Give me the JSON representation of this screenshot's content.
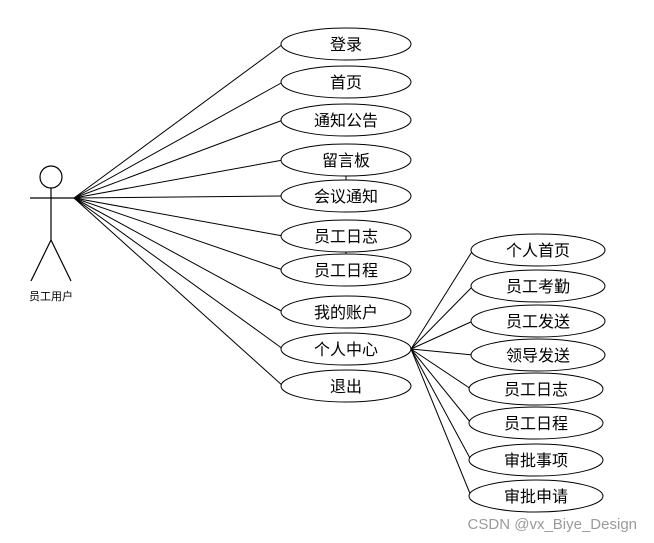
{
  "actor": {
    "label": "员工用户"
  },
  "use_cases": [
    {
      "id": "login",
      "label": "登录"
    },
    {
      "id": "home",
      "label": "首页"
    },
    {
      "id": "notice",
      "label": "通知公告"
    },
    {
      "id": "message-board",
      "label": "留言板"
    },
    {
      "id": "meeting-notice",
      "label": "会议通知"
    },
    {
      "id": "staff-log",
      "label": "员工日志"
    },
    {
      "id": "staff-schedule",
      "label": "员工日程"
    },
    {
      "id": "my-account",
      "label": "我的账户"
    },
    {
      "id": "personal-center",
      "label": "个人中心"
    },
    {
      "id": "logout",
      "label": "退出"
    }
  ],
  "sub_use_cases": [
    {
      "id": "personal-home",
      "label": "个人首页"
    },
    {
      "id": "staff-attendance",
      "label": "员工考勤"
    },
    {
      "id": "staff-send",
      "label": "员工发送"
    },
    {
      "id": "leader-send",
      "label": "领导发送"
    },
    {
      "id": "sub-staff-log",
      "label": "员工日志"
    },
    {
      "id": "sub-staff-schedule",
      "label": "员工日程"
    },
    {
      "id": "approval-items",
      "label": "审批事项"
    },
    {
      "id": "approval-request",
      "label": "审批申请"
    }
  ],
  "watermark": "CSDN @vx_Biye_Design"
}
